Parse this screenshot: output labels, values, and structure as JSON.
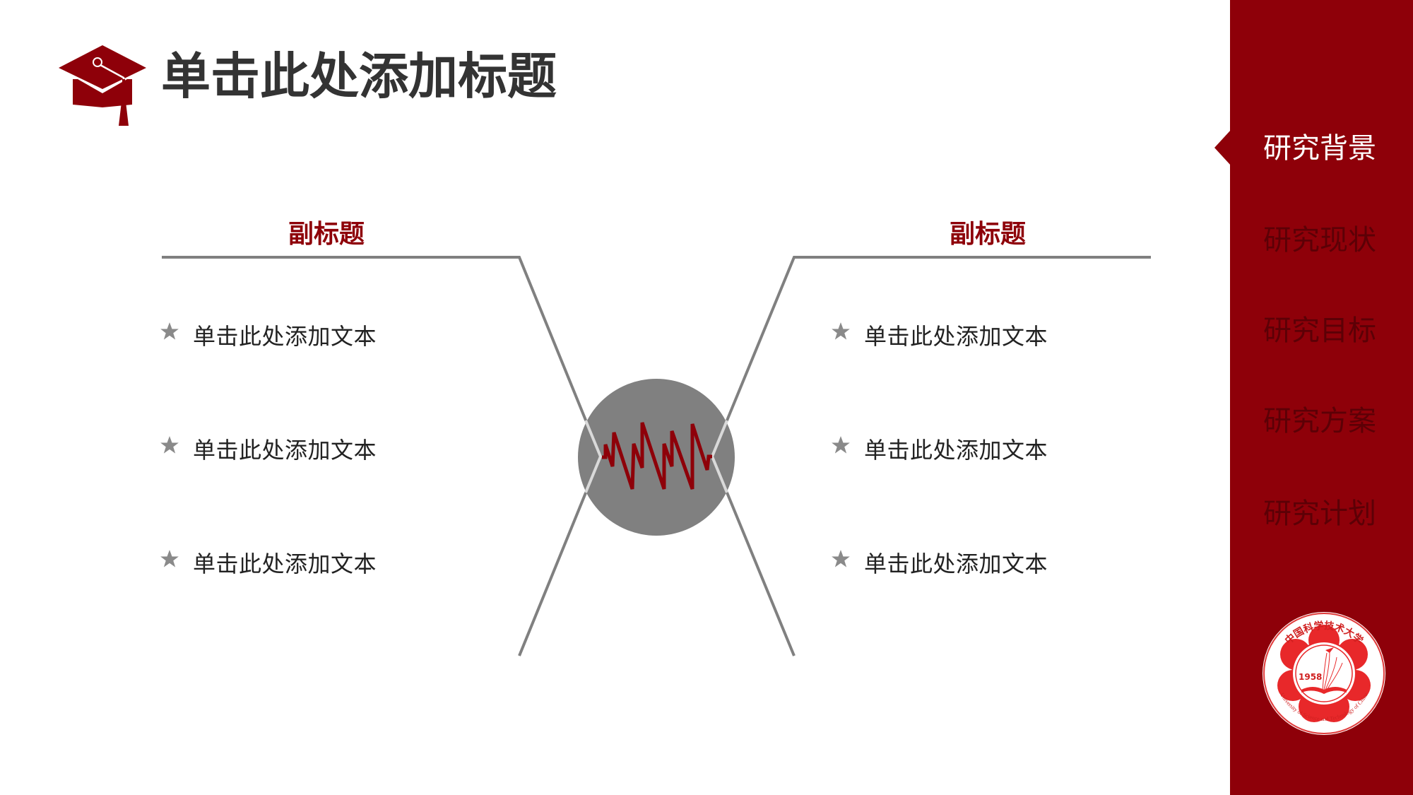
{
  "slide": {
    "title": "单击此处添加标题",
    "icon": "graduation-cap-icon",
    "colors": {
      "accent": "#8e0009",
      "accent_dark_text": "#5c0006",
      "title_text": "#333333",
      "body_text": "#222222",
      "line_gray": "#808080",
      "circle_gray": "#808080",
      "inner_line": "#d9d9d9",
      "background": "#ffffff"
    }
  },
  "diagram": {
    "left": {
      "subtitle": "副标题",
      "items": [
        {
          "icon": "star-icon",
          "text": "单击此处添加文本"
        },
        {
          "icon": "star-icon",
          "text": "单击此处添加文本"
        },
        {
          "icon": "star-icon",
          "text": "单击此处添加文本"
        }
      ]
    },
    "right": {
      "subtitle": "副标题",
      "items": [
        {
          "icon": "star-icon",
          "text": "单击此处添加文本"
        },
        {
          "icon": "star-icon",
          "text": "单击此处添加文本"
        },
        {
          "icon": "star-icon",
          "text": "单击此处添加文本"
        }
      ]
    },
    "center": {
      "icon": "heartbeat-wave-icon"
    }
  },
  "sidebar": {
    "active_index": 0,
    "items": [
      {
        "label": "研究背景",
        "active": true
      },
      {
        "label": "研究现状",
        "active": false
      },
      {
        "label": "研究目标",
        "active": false
      },
      {
        "label": "研究方案",
        "active": false
      },
      {
        "label": "研究计划",
        "active": false
      }
    ],
    "seal": {
      "year": "1958",
      "name_zh": "中国科学技术大学",
      "name_en": "University of Science and Technology of China"
    }
  }
}
